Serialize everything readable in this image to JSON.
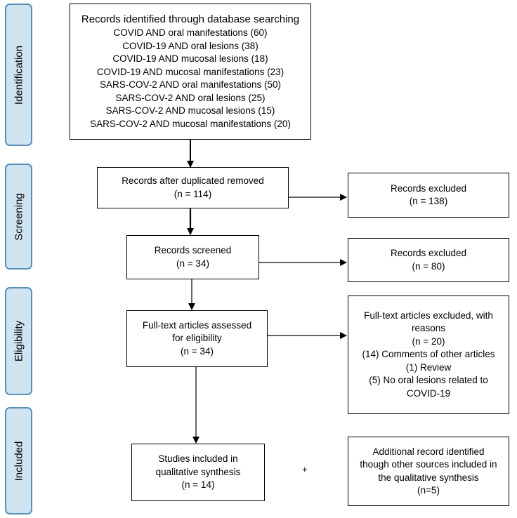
{
  "stages": {
    "identification": "Identification",
    "screening": "Screening",
    "eligibility": "Eligibility",
    "included": "Included"
  },
  "identification_box": {
    "title": "Records identified through database searching",
    "queries": [
      "COVID AND oral manifestations (60)",
      "COVID-19 AND oral lesions (38)",
      "COVID-19 AND mucosal lesions (18)",
      "COVID-19 AND mucosal manifestations (23)",
      "SARS-COV-2 AND oral manifestations (50)",
      "SARS-COV-2 AND oral lesions (25)",
      "SARS-COV-2 AND mucosal lesions (15)",
      "SARS-COV-2 AND mucosal manifestations (20)"
    ]
  },
  "duplicates_removed": {
    "label": "Records after duplicated removed",
    "count": "(n = 114)"
  },
  "excluded_1": {
    "label": "Records excluded",
    "count": "(n = 138)"
  },
  "screened": {
    "label": "Records screened",
    "count": "(n = 34)"
  },
  "excluded_2": {
    "label": "Records excluded",
    "count": "(n = 80)"
  },
  "fulltext_assessed": {
    "line1": "Full-text articles assessed",
    "line2": "for eligibility",
    "count": "(n = 34)"
  },
  "fulltext_excluded": {
    "line1": "Full-text articles excluded, with",
    "line2": "reasons",
    "count": "(n = 20)",
    "reasons": [
      "(14) Comments of other articles",
      "(1) Review",
      "(5) No oral lesions related to",
      "COVID-19"
    ]
  },
  "included_studies": {
    "line1": "Studies included in",
    "line2": "qualitative synthesis",
    "count": "(n = 14)"
  },
  "plus_sign": "+",
  "additional": {
    "line1": "Additional record identified",
    "line2": "though other sources included in",
    "line3": "the qualitative synthesis",
    "count": "(n=5)"
  }
}
